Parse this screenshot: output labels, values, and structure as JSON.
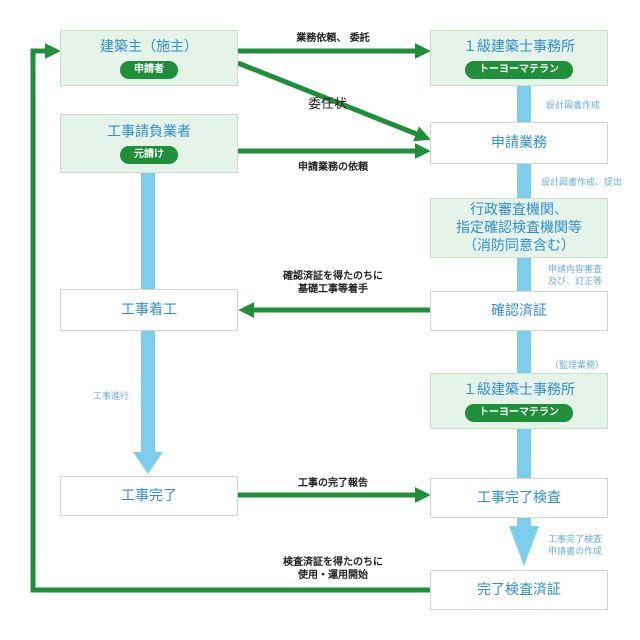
{
  "boxes": {
    "owner": {
      "title": "建築主（施主）",
      "tag": "申請者"
    },
    "contractor": {
      "title": "工事請負業者",
      "tag": "元請け"
    },
    "architect1": {
      "title": "１級建築士事務所",
      "tag": "トーヨーマテラン"
    },
    "application": {
      "title": "申請業務"
    },
    "authority": {
      "title_lines": [
        "行政審査機関、",
        "指定確認検査機関等",
        "（消防同意含む）"
      ]
    },
    "confirmed": {
      "title": "確認済証"
    },
    "construction_start": {
      "title": "工事着工"
    },
    "architect2": {
      "title": "１級建築士事務所",
      "tag": "トーヨーマテラン"
    },
    "construction_done": {
      "title": "工事完了"
    },
    "inspection": {
      "title": "工事完了検査"
    },
    "final_cert": {
      "title": "完了検査済証"
    }
  },
  "arrow_labels": {
    "commission": "業務依頼、 委託",
    "proxy": "委任状",
    "request_application": "申請業務の依頼",
    "after_confirm": [
      "確認済証を得たのちに",
      "基礎工事等着手"
    ],
    "completion_report": "工事の完了報告",
    "after_inspection": [
      "検査済証を得たのちに",
      "使用・運用開始"
    ]
  },
  "side_notes": {
    "design_docs": "設計図書作成",
    "design_docs_submit": "設計図書作成、提出",
    "review": [
      "申請内容審査",
      "及び、訂正等"
    ],
    "supervision": "（監理業務）",
    "in_progress": "工事進行",
    "inspection_docs": [
      "工事完了検査",
      "申請書の作成"
    ]
  },
  "colors": {
    "green_arrow": "#1f8f3a",
    "blue_arrow": "#7dcdec",
    "box_green": "#e6f3e8",
    "title_blue": "#2f8fd0"
  }
}
